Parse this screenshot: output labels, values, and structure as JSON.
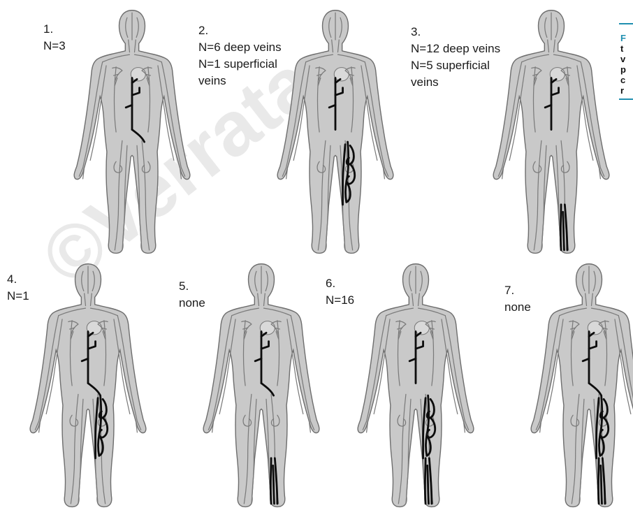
{
  "watermark": "©Verrata",
  "caption": {
    "fragments": [
      "F",
      "t",
      "v",
      "p",
      "c",
      "r"
    ]
  },
  "panels": [
    {
      "number": "1.",
      "lines": [
        "N=3"
      ]
    },
    {
      "number": "2.",
      "lines": [
        "N=6 deep veins",
        "N=1 superficial",
        "veins"
      ]
    },
    {
      "number": "3.",
      "lines": [
        "N=12 deep veins",
        "N=5 superficial",
        "veins"
      ]
    },
    {
      "number": "4.",
      "lines": [
        "N=1"
      ]
    },
    {
      "number": "5.",
      "lines": [
        "none"
      ]
    },
    {
      "number": "6.",
      "lines": [
        "N=16"
      ]
    },
    {
      "number": "7.",
      "lines": [
        "none"
      ]
    }
  ],
  "colors": {
    "body_fill": "#c9c9c9",
    "body_outline": "#6e6e6e",
    "vein_gray": "#7a7a7a",
    "thrombus": "#0d0d0d",
    "caption_accent": "#1f8fb0"
  },
  "diagram": {
    "panels": [
      {
        "thrombus": [
          "ivc",
          "left-iliac"
        ]
      },
      {
        "thrombus": [
          "ivc",
          "left-thigh-loop",
          "left-thigh-deep"
        ]
      },
      {
        "thrombus": [
          "ivc",
          "left-calf-deep"
        ]
      },
      {
        "thrombus": [
          "ivc",
          "left-iliac",
          "left-thigh-loop",
          "left-thigh-deep"
        ]
      },
      {
        "thrombus": [
          "ivc",
          "left-iliac",
          "left-calf-deep"
        ]
      },
      {
        "thrombus": [
          "ivc",
          "left-thigh-deep",
          "left-thigh-loop",
          "left-calf-deep"
        ]
      },
      {
        "thrombus": [
          "ivc",
          "left-iliac",
          "left-thigh-loop",
          "left-thigh-deep",
          "left-calf-deep"
        ]
      }
    ]
  }
}
